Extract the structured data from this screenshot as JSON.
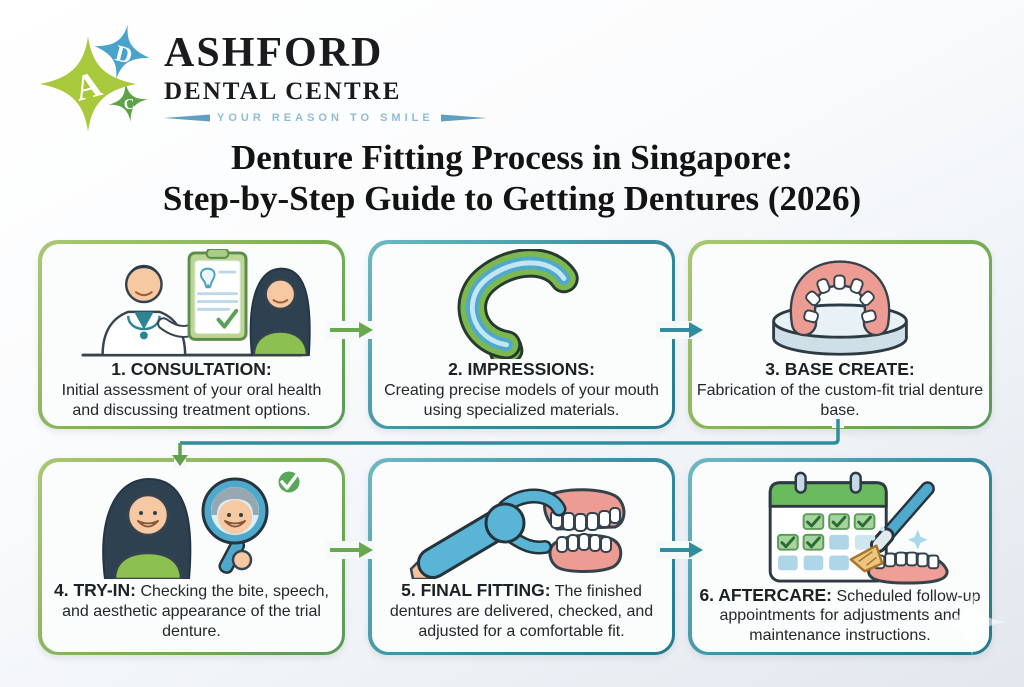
{
  "brand": {
    "monogram": {
      "letter_a": "A",
      "letter_d": "D",
      "letter_c": "C"
    },
    "name_top": "ASHFORD",
    "name_bottom": "DENTAL CENTRE",
    "tagline": "YOUR REASON TO SMILE",
    "colors": {
      "lime": "#a9c93d",
      "blue": "#4aa3cc",
      "green": "#5fa349",
      "tagline_blue": "#8fbcd4"
    }
  },
  "title": {
    "line1": "Denture Fitting Process in Singapore:",
    "line2": "Step-by-Step Guide to Getting Dentures (2026)"
  },
  "steps": [
    {
      "heading": "1. CONSULTATION:",
      "description": "Initial assessment of your oral health and discussing treatment options.",
      "icon": "dentist-consultation-illustration",
      "border": "green"
    },
    {
      "heading": "2. IMPRESSIONS:",
      "description": "Creating precise models of your mouth using specialized materials.",
      "icon": "impression-tray-illustration",
      "border": "teal"
    },
    {
      "heading": "3. BASE CREATE:",
      "description": "Fabrication of the custom-fit trial denture base.",
      "icon": "denture-base-illustration",
      "border": "green"
    },
    {
      "heading": "4. TRY-IN:",
      "description": "Checking the bite, speech, and aesthetic appearance of the trial denture.",
      "icon": "mirror-try-in-illustration",
      "border": "green"
    },
    {
      "heading": "5. FINAL FITTING:",
      "description": "The finished dentures are delivered, checked, and adjusted for a comfortable fit.",
      "icon": "gloved-hand-denture-illustration",
      "border": "teal"
    },
    {
      "heading": "6. AFTERCARE:",
      "description": "Scheduled follow-up appointments for adjustments and maintenance instructions.",
      "icon": "calendar-brush-illustration",
      "border": "teal"
    }
  ],
  "flow": {
    "arrow_colors": {
      "green": "#6aa84f",
      "teal": "#2f8d9d"
    },
    "sequence": "1 → 2 → 3 → 4 → 5 → 6"
  },
  "colors": {
    "green_border": "#79b04c",
    "teal_border": "#2f8d9d",
    "text": "#23282d",
    "box_fill": "#fbfdfd"
  }
}
